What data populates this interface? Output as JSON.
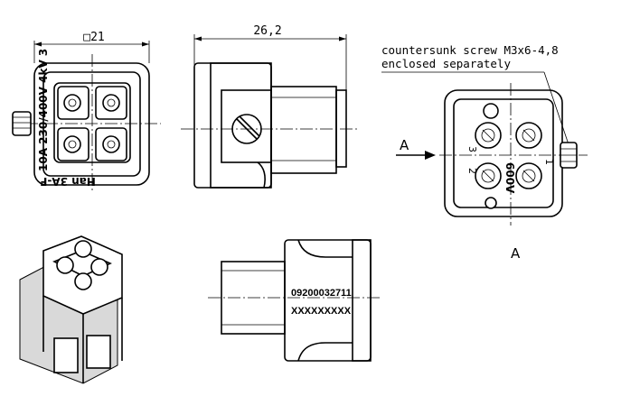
{
  "dimensions": {
    "width_square": "□21",
    "length": "26,2"
  },
  "note": {
    "line1": "countersunk screw M3x6-4,8",
    "line2": "enclosed separately"
  },
  "front_view": {
    "rating_label": "10A 230/400V 4kV 3",
    "name_label": "Han 3A-F"
  },
  "view_a": {
    "arrow_label": "A",
    "caption": "A",
    "voltage_label": "600V",
    "pin_numbers": [
      "1",
      "2",
      "3"
    ]
  },
  "side_view": {
    "part_number": "09200032711",
    "placeholder_code": "XXXXXXXXX"
  }
}
